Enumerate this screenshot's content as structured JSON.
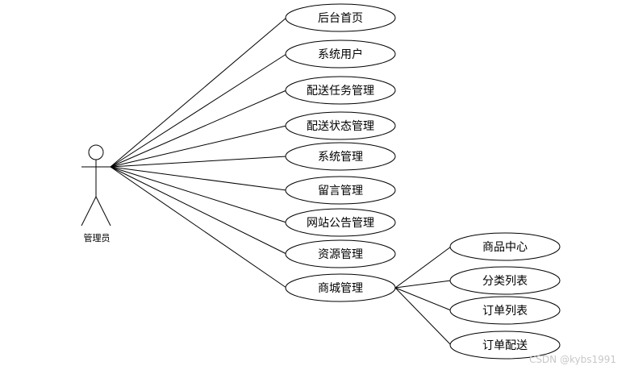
{
  "actor": {
    "label": "管理员"
  },
  "use_cases": [
    {
      "id": "uc1",
      "label": "后台首页"
    },
    {
      "id": "uc2",
      "label": "系统用户"
    },
    {
      "id": "uc3",
      "label": "配送任务管理"
    },
    {
      "id": "uc4",
      "label": "配送状态管理"
    },
    {
      "id": "uc5",
      "label": "系统管理"
    },
    {
      "id": "uc6",
      "label": "留言管理"
    },
    {
      "id": "uc7",
      "label": "网站公告管理"
    },
    {
      "id": "uc8",
      "label": "资源管理"
    },
    {
      "id": "uc9",
      "label": "商城管理"
    }
  ],
  "sub_use_cases": [
    {
      "id": "s1",
      "label": "商品中心"
    },
    {
      "id": "s2",
      "label": "分类列表"
    },
    {
      "id": "s3",
      "label": "订单列表"
    },
    {
      "id": "s4",
      "label": "订单配送"
    }
  ],
  "watermark": "CSDN @kybs1991"
}
